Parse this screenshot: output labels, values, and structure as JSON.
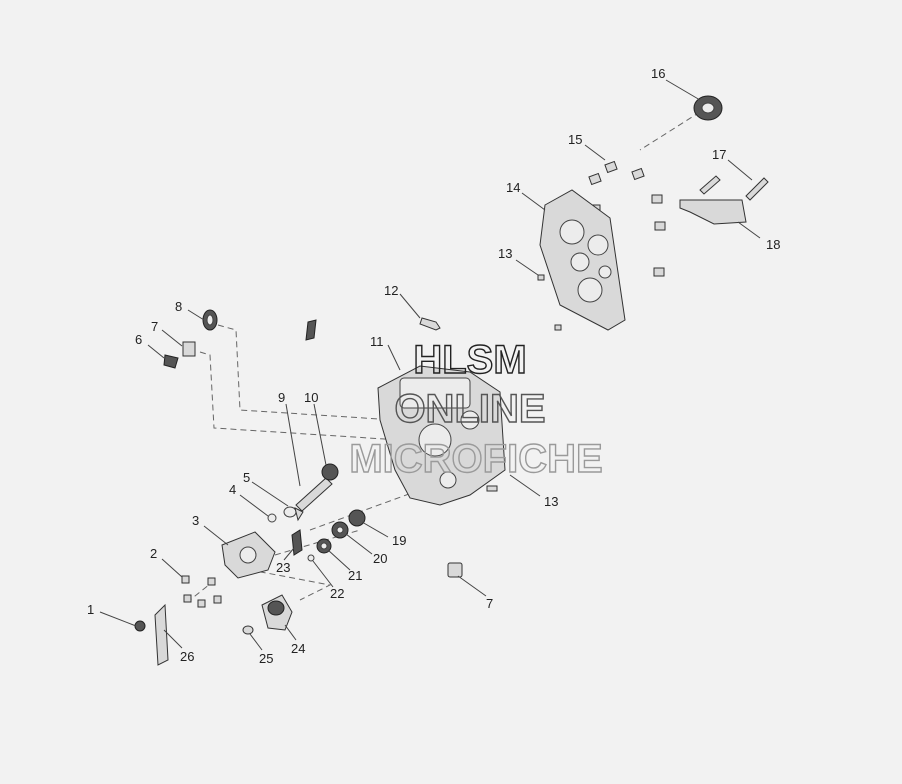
{
  "watermark": {
    "line1": "HLSM",
    "line2": "ONLINE",
    "line3": "MICROFICHE"
  },
  "callouts": [
    {
      "id": "c16",
      "label": "16"
    },
    {
      "id": "c15",
      "label": "15"
    },
    {
      "id": "c17",
      "label": "17"
    },
    {
      "id": "c14",
      "label": "14"
    },
    {
      "id": "c18",
      "label": "18"
    },
    {
      "id": "c13a",
      "label": "13"
    },
    {
      "id": "c12",
      "label": "12"
    },
    {
      "id": "c8",
      "label": "8"
    },
    {
      "id": "c7a",
      "label": "7"
    },
    {
      "id": "c6",
      "label": "6"
    },
    {
      "id": "c11",
      "label": "11"
    },
    {
      "id": "c9",
      "label": "9"
    },
    {
      "id": "c10",
      "label": "10"
    },
    {
      "id": "c5",
      "label": "5"
    },
    {
      "id": "c4",
      "label": "4"
    },
    {
      "id": "c13b",
      "label": "13"
    },
    {
      "id": "c3",
      "label": "3"
    },
    {
      "id": "c19",
      "label": "19"
    },
    {
      "id": "c20",
      "label": "20"
    },
    {
      "id": "c23",
      "label": "23"
    },
    {
      "id": "c2",
      "label": "2"
    },
    {
      "id": "c21",
      "label": "21"
    },
    {
      "id": "c22",
      "label": "22"
    },
    {
      "id": "c7b",
      "label": "7"
    },
    {
      "id": "c1",
      "label": "1"
    },
    {
      "id": "c24",
      "label": "24"
    },
    {
      "id": "c26",
      "label": "26"
    },
    {
      "id": "c25",
      "label": "25"
    }
  ]
}
